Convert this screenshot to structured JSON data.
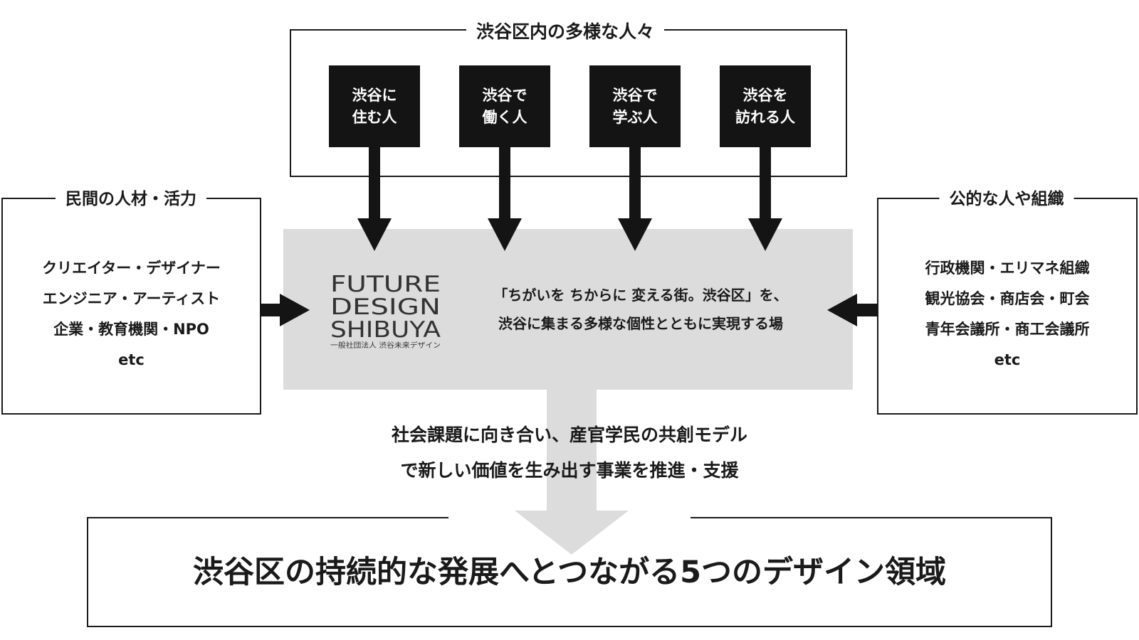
{
  "people_group": {
    "title": "渋谷区内の多様な人々",
    "items": [
      {
        "label": "渋谷に\n住む人"
      },
      {
        "label": "渋谷で\n働く人"
      },
      {
        "label": "渋谷で\n学ぶ人"
      },
      {
        "label": "渋谷を\n訪れる人"
      }
    ]
  },
  "private_sector": {
    "title": "民間の人材・活力",
    "items": [
      "クリエイター・デザイナー",
      "エンジニア・アーティスト",
      "企業・教育機関・NPO",
      "etc"
    ]
  },
  "public_sector": {
    "title": "公的な人や組織",
    "items": [
      "行政機関・エリマネ組織",
      "観光協会・商店会・町会",
      "青年会議所・商工会議所",
      "etc"
    ]
  },
  "center": {
    "logo_lines": [
      "FUTURE",
      "DESIGN",
      "SHIBUYA"
    ],
    "logo_subtitle": "一般社団法人 渋谷未来デザイン",
    "statement_line1": "「ちがいを ちからに 変える街。渋谷区」を、",
    "statement_line2": "渋谷に集まる多様な個性とともに実現する場"
  },
  "mission": {
    "line1": "社会課題に向き合い、産官学民の共創モデル",
    "line2": "で新しい価値を生み出す事業を推進・支援"
  },
  "outcome": {
    "title": "渋谷区の持続的な発展へとつながる5つのデザイン領域"
  },
  "colors": {
    "dark": "#141414",
    "gray_block": "#dcdcdc",
    "background": "#ffffff"
  }
}
